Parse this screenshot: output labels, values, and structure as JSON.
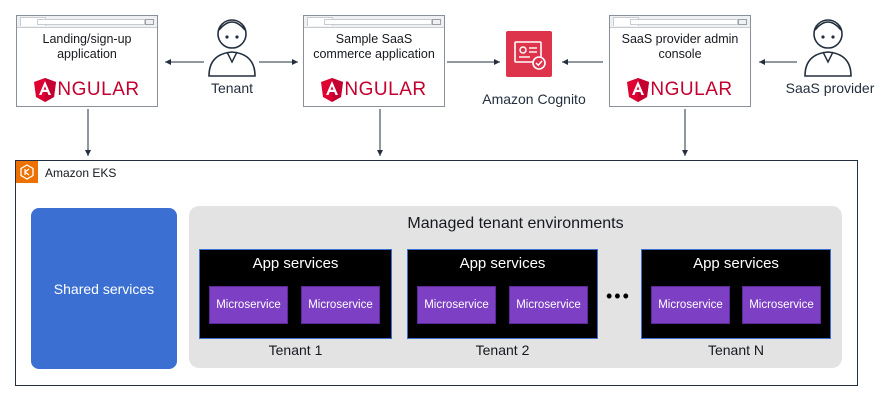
{
  "top": {
    "landing": {
      "title": "Landing/sign-up\napplication",
      "framework": "NGULAR"
    },
    "saas_app": {
      "title": "Sample SaaS\ncommerce application",
      "framework": "NGULAR"
    },
    "admin": {
      "title": "SaaS provider admin\nconsole",
      "framework": "NGULAR"
    },
    "tenant_person": "Tenant",
    "provider_person": "SaaS provider",
    "cognito": "Amazon Cognito"
  },
  "eks": {
    "label": "Amazon EKS",
    "shared": "Shared services",
    "managed_title": "Managed tenant environments",
    "tenants": [
      {
        "header": "App services",
        "microservices": [
          "Microservice",
          "Microservice"
        ],
        "label": "Tenant 1"
      },
      {
        "header": "App services",
        "microservices": [
          "Microservice",
          "Microservice"
        ],
        "label": "Tenant 2"
      },
      {
        "header": "App services",
        "microservices": [
          "Microservice",
          "Microservice"
        ],
        "label": "Tenant N"
      }
    ],
    "ellipsis": "•••"
  },
  "colors": {
    "angular_red": "#c3002f",
    "cognito_red": "#dd344c",
    "eks_orange": "#ed7100",
    "shared_blue": "#3b70d2",
    "microservice_purple": "#7d3fc4"
  },
  "icons": [
    "user-icon",
    "angular-icon",
    "cognito-icon",
    "eks-icon",
    "arrow-icon"
  ]
}
